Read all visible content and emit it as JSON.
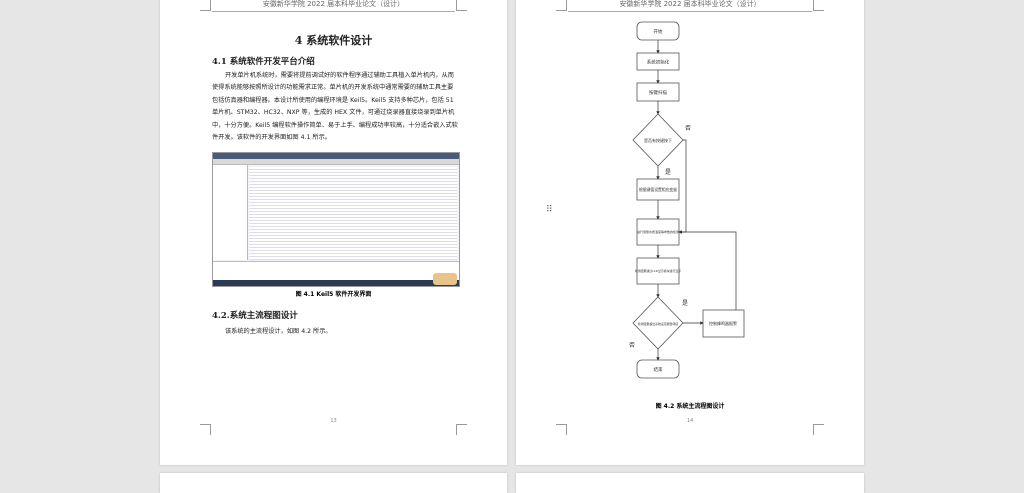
{
  "header_text": "安徽新华学院 2022 届本科毕业论文（设计）",
  "page13": {
    "chapter_title": "4 系统软件设计",
    "section1_title": "4.1  系统软件开发平台介绍",
    "section1_body": "开发单片机系统时，需要将提前调试好的软件程序通过辅助工具植入单片机内，从而使得系统能够按照所设计的功能需求正常。单片机的开发系统中通常需要的辅助工具主要包括仿真器和编程器。本设计所使用的编程环境是 Keil5。Keil5 支持多种芯片，包括 51 单片机、STM32、HC32、NXP 等，生成的 HEX 文件，可通过烧录器直接烧录到单片机中，十分方便。Keil5 编程软件操作简单、易于上手、编程成功率较高，十分适合嵌入式软件开发。该软件的开发界面如图 4.1 所示。",
    "figure_caption": "图 4.1 Keil5 软件开发界面",
    "section2_title": "4.2.系统主流程图设计",
    "section2_body": "该系统的主流程设计，如图 4.2 所示。",
    "page_number": "13"
  },
  "page14": {
    "flowchart": {
      "start": "开始",
      "init": "系统初始化",
      "scan": "按键扫描",
      "decision1": "是否有按键按下",
      "set_var": "根据键值设置相应变量",
      "measure": "进行测量水质温度等参数的检测",
      "display": "检测结果通过LCD显示模块进行显示",
      "decision2": "检测结果超出系统设定报警阈值",
      "alarm": "控制蜂鸣器报警",
      "end": "结束",
      "yes": "是",
      "no": "否"
    },
    "figure_caption": "图 4.2  系统主流程图设计",
    "page_number": "14"
  }
}
